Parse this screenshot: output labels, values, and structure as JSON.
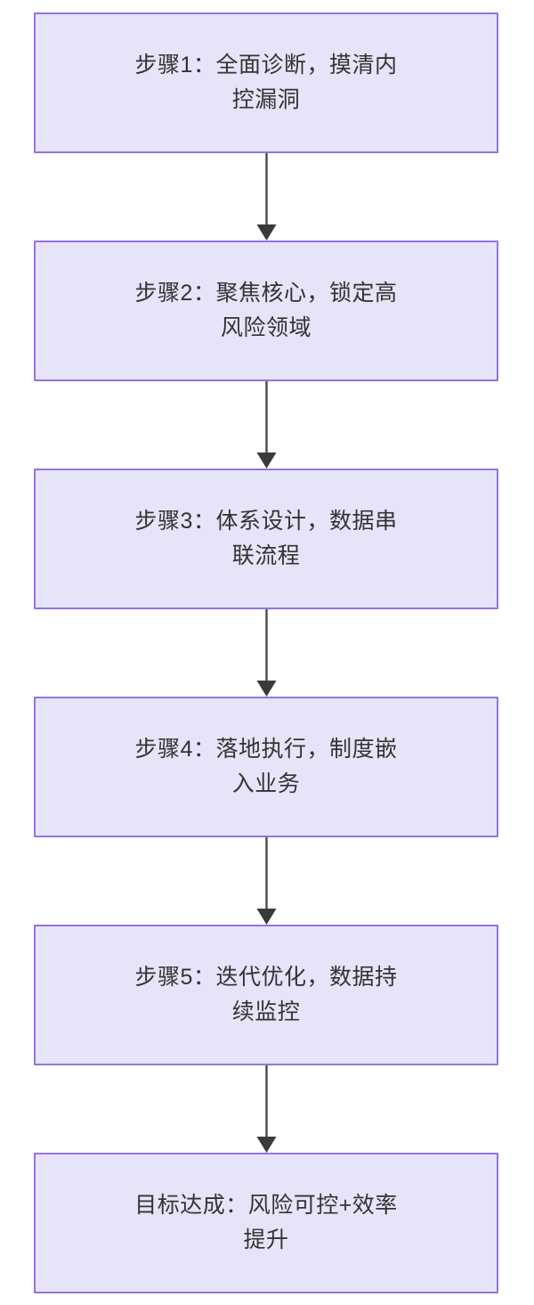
{
  "diagram": {
    "type": "flowchart",
    "orientation": "top-to-bottom",
    "title_visible": false,
    "theme": {
      "node_fill": "#e6e4f8",
      "node_border": "#9672e0",
      "node_text": "#333333",
      "edge_color": "#4a4a4a",
      "background": "#ffffff"
    },
    "nodes": [
      {
        "id": "step1",
        "label": "步骤1：全面诊断，摸清内\n控漏洞",
        "line1": "步骤1：全面诊断，摸清内",
        "line2": "控漏洞"
      },
      {
        "id": "step2",
        "label": "步骤2：聚焦核心，锁定高\n风险领域",
        "line1": "步骤2：聚焦核心，锁定高",
        "line2": "风险领域"
      },
      {
        "id": "step3",
        "label": "步骤3：体系设计，数据串\n联流程",
        "line1": "步骤3：体系设计，数据串",
        "line2": "联流程"
      },
      {
        "id": "step4",
        "label": "步骤4：落地执行，制度嵌\n入业务",
        "line1": "步骤4：落地执行，制度嵌",
        "line2": "入业务"
      },
      {
        "id": "step5",
        "label": "步骤5：迭代优化，数据持\n续监控",
        "line1": "步骤5：迭代优化，数据持",
        "line2": "续监控"
      },
      {
        "id": "goal",
        "label": "目标达成：风险可控+效率\n提升",
        "line1": "目标达成：风险可控+效率",
        "line2": "提升"
      }
    ],
    "edges": [
      {
        "id": "e1",
        "from": "step1",
        "to": "step2",
        "label": "",
        "arrowhead": "filled-triangle"
      },
      {
        "id": "e2",
        "from": "step2",
        "to": "step3",
        "label": "",
        "arrowhead": "filled-triangle"
      },
      {
        "id": "e3",
        "from": "step3",
        "to": "step4",
        "label": "",
        "arrowhead": "filled-triangle"
      },
      {
        "id": "e4",
        "from": "step4",
        "to": "step5",
        "label": "",
        "arrowhead": "filled-triangle"
      },
      {
        "id": "e5",
        "from": "step5",
        "to": "goal",
        "label": "",
        "arrowhead": "filled-triangle"
      }
    ]
  }
}
